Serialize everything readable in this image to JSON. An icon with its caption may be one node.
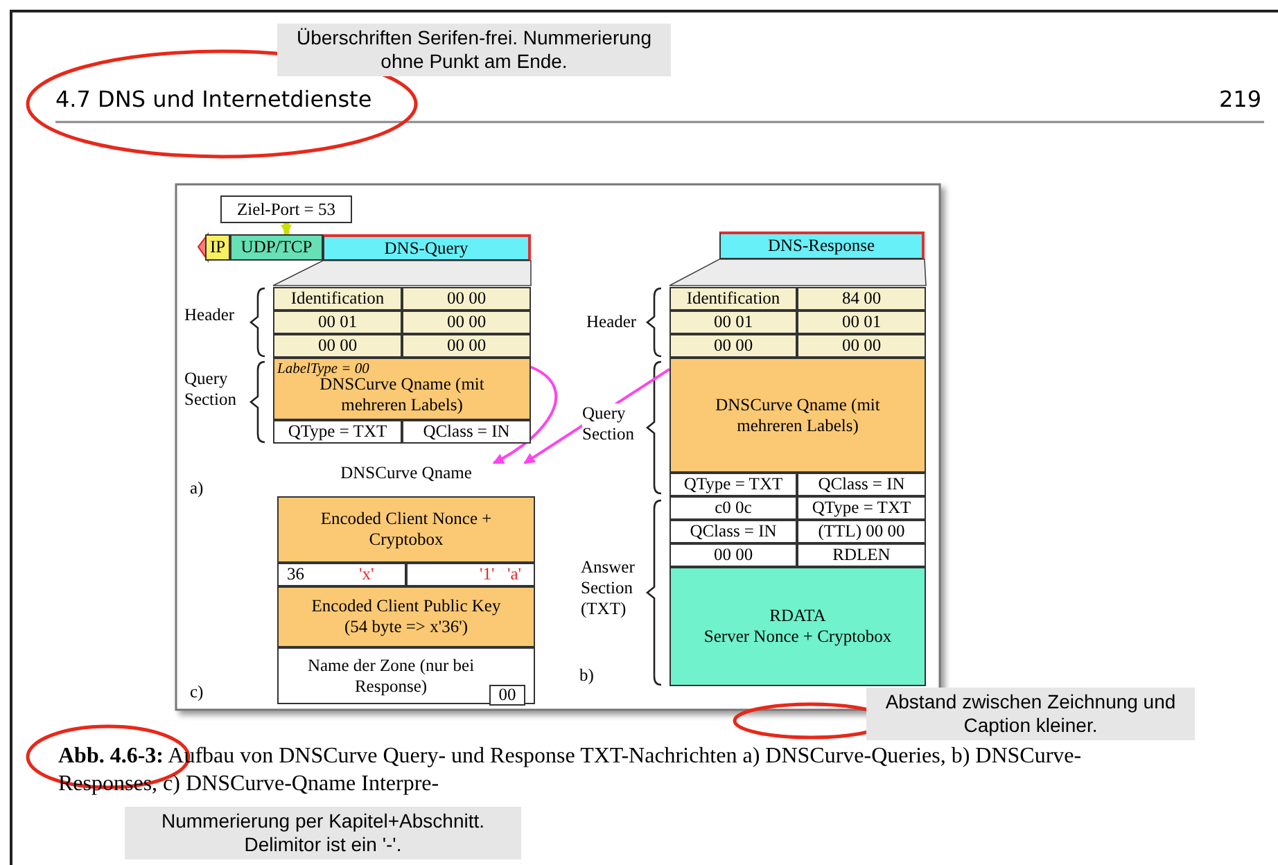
{
  "diagram": {
    "caption": "**Abb. 4.6-3:** Aufbau von DNSCurve Query- und Response TXT-Nachrichten a) DNSCurve-Queries, b) DNSCurve-Responses, c) DNSCurve-Qname Interpre-",
    "nodes": [
      {
        "text": [
          "Ziel-Port = 53"
        ]
      },
      {
        "text": [
          "IP"
        ]
      },
      {
        "text": [
          "UDP/TCP"
        ]
      },
      {
        "text": [
          "DNS-Query"
        ]
      },
      {
        "text": [
          "Identification"
        ]
      },
      {
        "text": [
          "00 00"
        ]
      },
      {
        "text": [
          "00 01"
        ]
      },
      {
        "text": [
          "00 00"
        ]
      },
      {
        "text": [
          "00 00"
        ]
      },
      {
        "text": [
          "00 00"
        ]
      },
      {
        "text": [
          "LabelType = 00",
          "DNSCurve Qname (mit mehreren Labels)"
        ]
      },
      {
        "text": [
          "QType = TXT"
        ]
      },
      {
        "text": [
          "QClass = IN"
        ]
      },
      {
        "text": [
          "DNS-Response"
        ]
      },
      {
        "text": [
          "Identification"
        ]
      },
      {
        "text": [
          "84 00"
        ]
      },
      {
        "text": [
          "00 01"
        ]
      },
      {
        "text": [
          "00 01"
        ]
      },
      {
        "text": [
          "00 00"
        ]
      },
      {
        "text": [
          "00 00"
        ]
      },
      {
        "text": [
          "DNSCurve Qname (mit mehreren Labels)"
        ]
      },
      {
        "text": [
          "QType = TXT"
        ]
      },
      {
        "text": [
          "QClass = IN"
        ]
      },
      {
        "text": [
          "c0 0c"
        ]
      },
      {
        "text": [
          "QType = TXT"
        ]
      },
      {
        "text": [
          "QClass = IN"
        ]
      },
      {
        "text": [
          "(TTL) 00 00"
        ]
      },
      {
        "text": [
          "00 00"
        ]
      },
      {
        "text": [
          "RDLEN"
        ]
      },
      {
        "text": [
          "RDATA",
          "Server Nonce + Cryptobox"
        ]
      },
      {
        "text": [
          "DNSCurve Qname"
        ]
      },
      {
        "text": [
          "Encoded Client Nonce + Cryptobox"
        ],
        "in": 30
      },
      {
        "text": [
          "36",
          "'x'"
        ],
        "in": 30
      },
      {
        "text": [
          "'1'",
          "'a'"
        ],
        "in": 30
      },
      {
        "text": [
          "Encoded Client Public Key (54 byte => x'36')"
        ],
        "in": 30
      },
      {
        "text": [
          "Name der Zone (nur bei Response)"
        ],
        "in": 30
      },
      {
        "text": [
          "00"
        ],
        "in": 35
      }
    ],
    "edges": [
      {
        "from": 0,
        "to": 2,
        "arrow": "to",
        "style": "thick",
        "color": "#c8e000"
      },
      {
        "from": 10,
        "to": 30,
        "arrow": "to"
      },
      {
        "from": 20,
        "to": 30,
        "arrow": "to"
      }
    ],
    "labels": [
      "Überschriften Serifen-frei. Nummerierung ohne Punkt am Ende.",
      "4.7 DNS und Internetdienste",
      "219",
      "Header",
      "Query Section",
      "a)",
      "Header",
      "Query Section",
      "Answer Section (TXT)",
      "b)",
      "c)",
      "Abstand zwischen Zeichnung und Caption kleiner.",
      "Nummerierung per Kapitel+Abschnitt. Delimitor ist ein '-'."
    ]
  }
}
